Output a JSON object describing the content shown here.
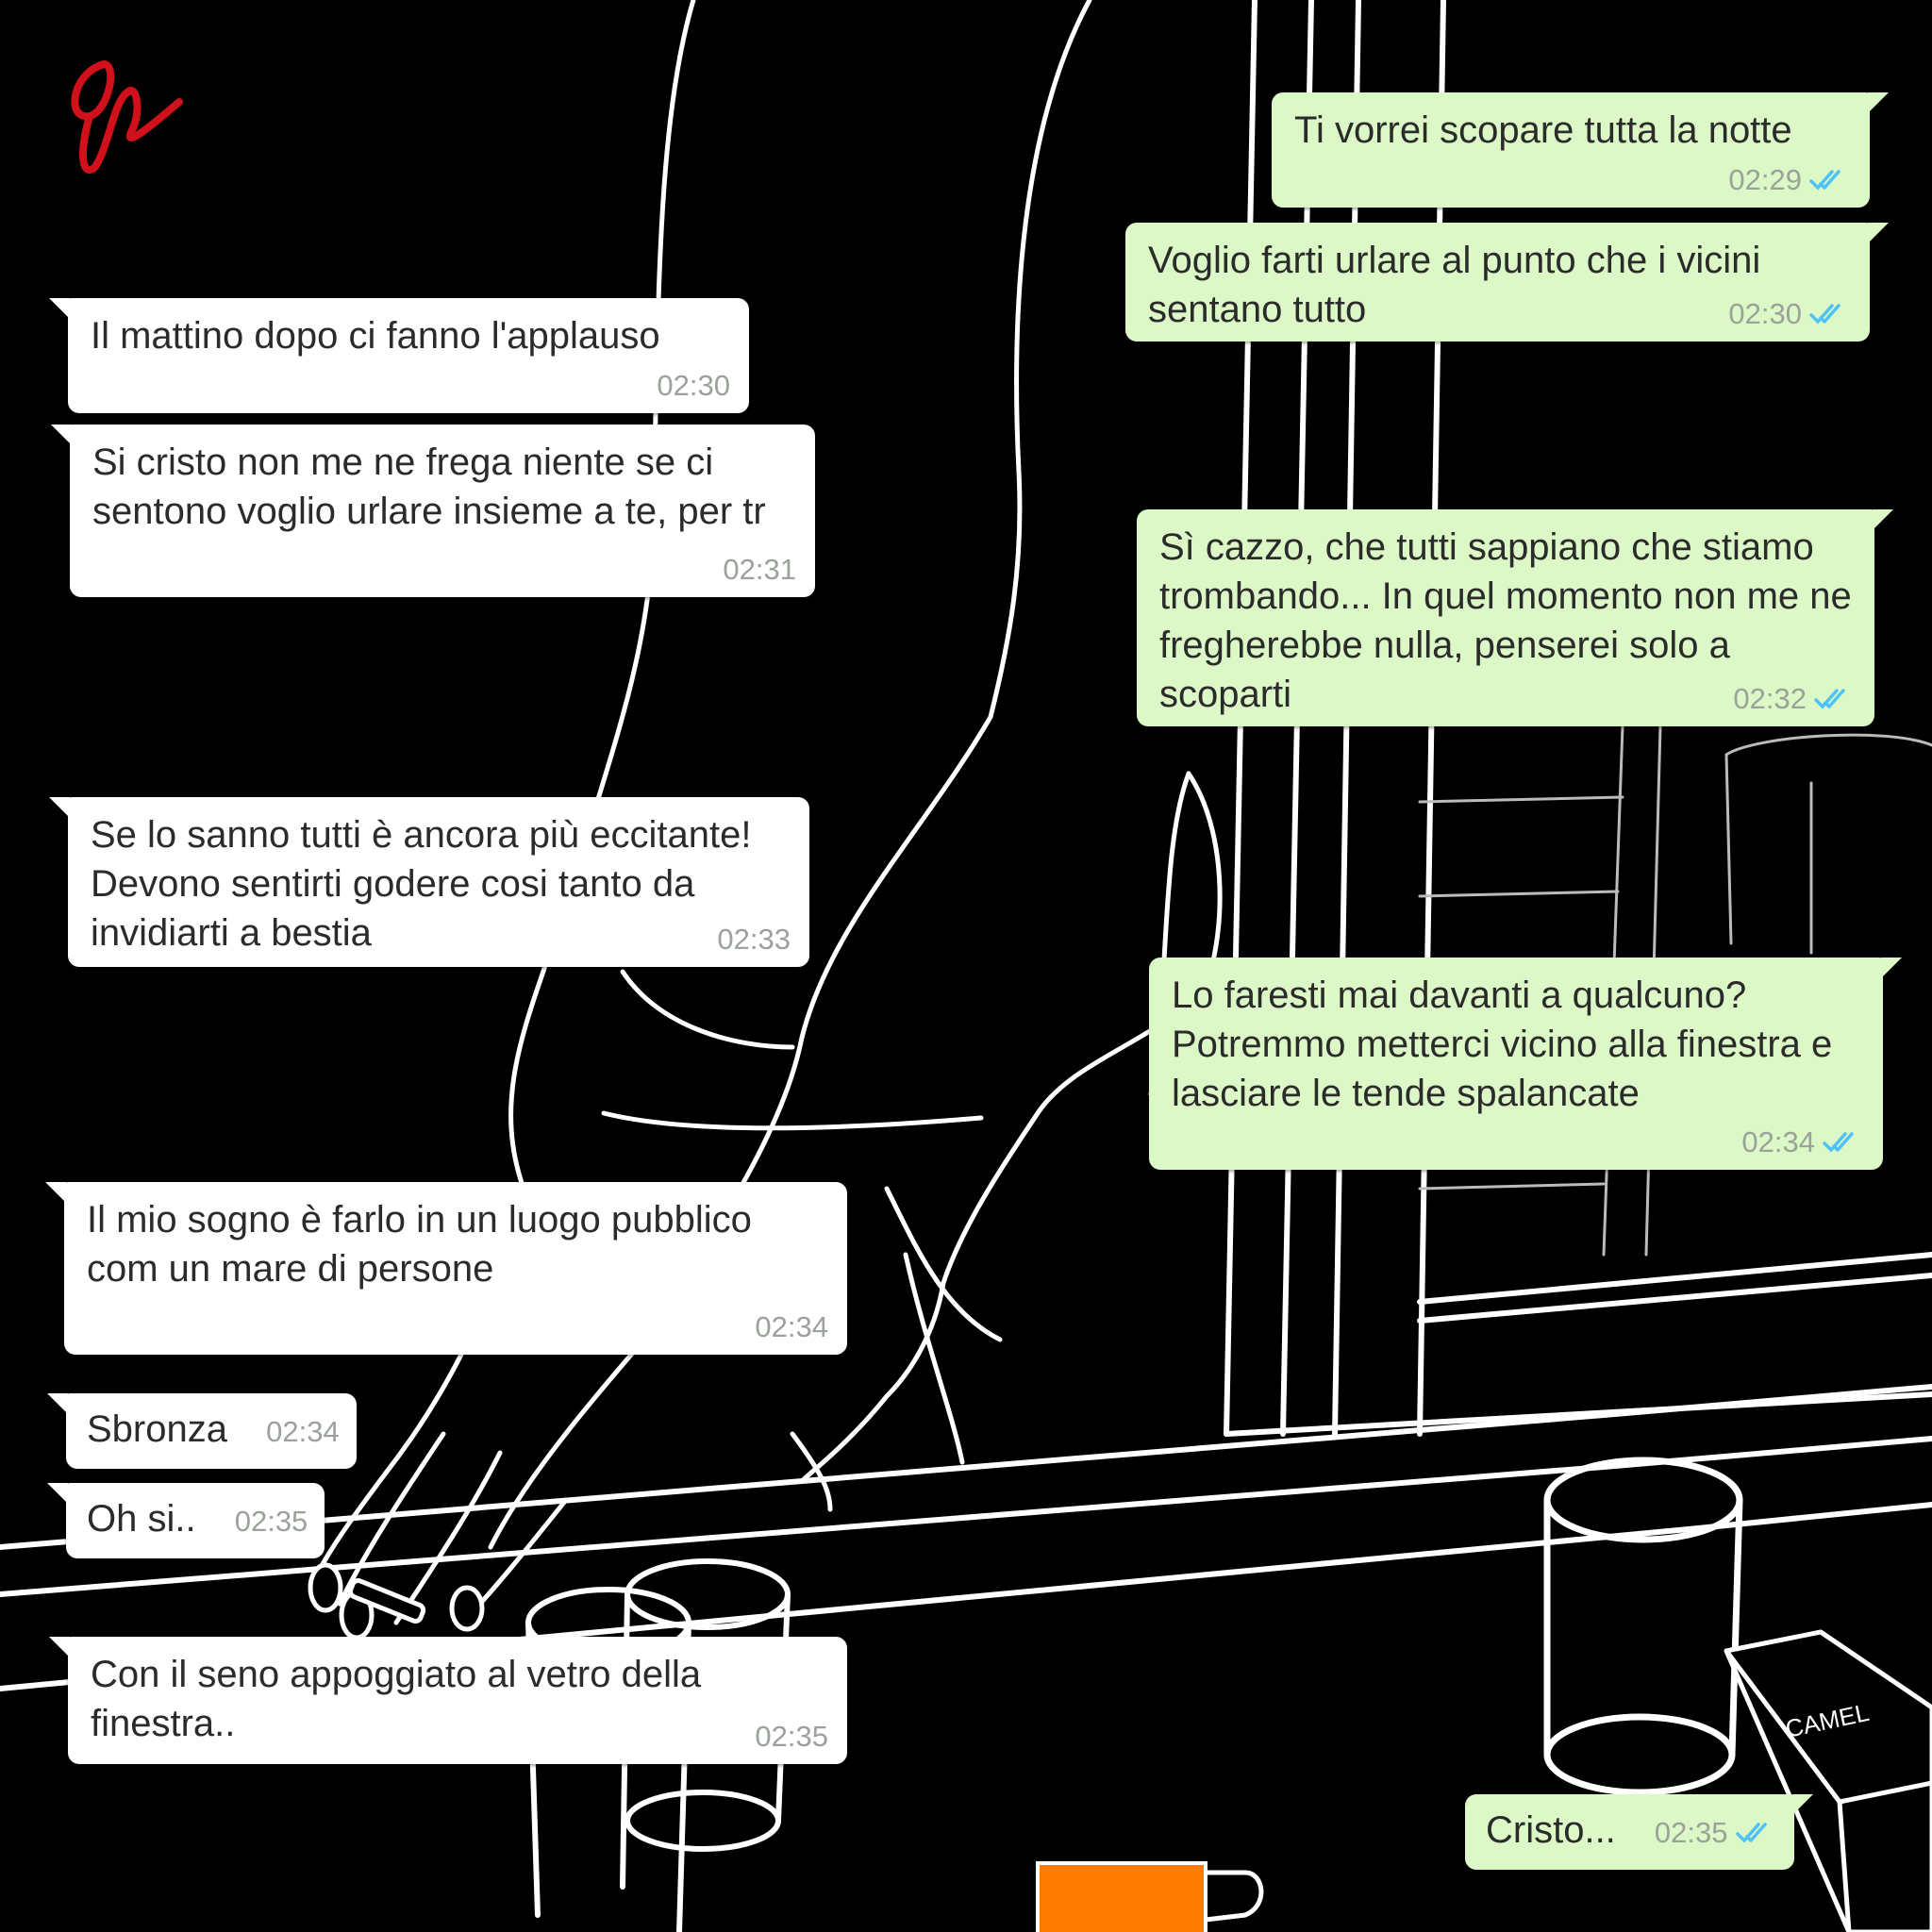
{
  "conversation": {
    "messages": [
      {
        "text": "Ti vorrei scopare tutta la notte",
        "time": "02:29"
      },
      {
        "text": "Voglio farti urlare al punto che i vicini sentano tutto",
        "time": "02:30"
      },
      {
        "text": "Il mattino dopo ci fanno l'applauso",
        "time": "02:30"
      },
      {
        "text": "Si cristo non me ne frega niente se ci sentono voglio urlare insieme a te, per tr",
        "time": "02:31"
      },
      {
        "text": "Sì cazzo, che tutti sappiano che stiamo trombando... In quel momento non me ne fregherebbe nulla, penserei solo a scoparti",
        "time": "02:32"
      },
      {
        "text": "Se lo sanno tutti è ancora più eccitante! Devono sentirti godere cosi tanto da invidiarti a bestia",
        "time": "02:33"
      },
      {
        "text": "Lo faresti mai davanti a qualcuno? Potremmo metterci vicino alla finestra e lasciare le tende spalancate",
        "time": "02:34"
      },
      {
        "text": "Il mio sogno è farlo in un luogo pubblico com un mare di persone",
        "time": "02:34"
      },
      {
        "text": "Sbronza",
        "time": "02:34"
      },
      {
        "text": "Oh si..",
        "time": "02:35"
      },
      {
        "text": "Con il seno appoggiato al vetro della finestra..",
        "time": "02:35"
      },
      {
        "text": "Cristo...",
        "time": "02:35"
      }
    ]
  },
  "illustration": {
    "cigarette_pack_brand": "CAMEL",
    "signature_monogram": "GP"
  },
  "colors": {
    "incoming_bubble": "#ffffff",
    "outgoing_bubble": "#dcf8c6",
    "read_ticks": "#4fc3f7",
    "timestamp": "#9aa29a",
    "background": "#000000",
    "line_art": "#ffffff",
    "signature": "#d0101a",
    "lighter": "#ff7a00"
  },
  "icons": [
    "double-check-icon"
  ]
}
